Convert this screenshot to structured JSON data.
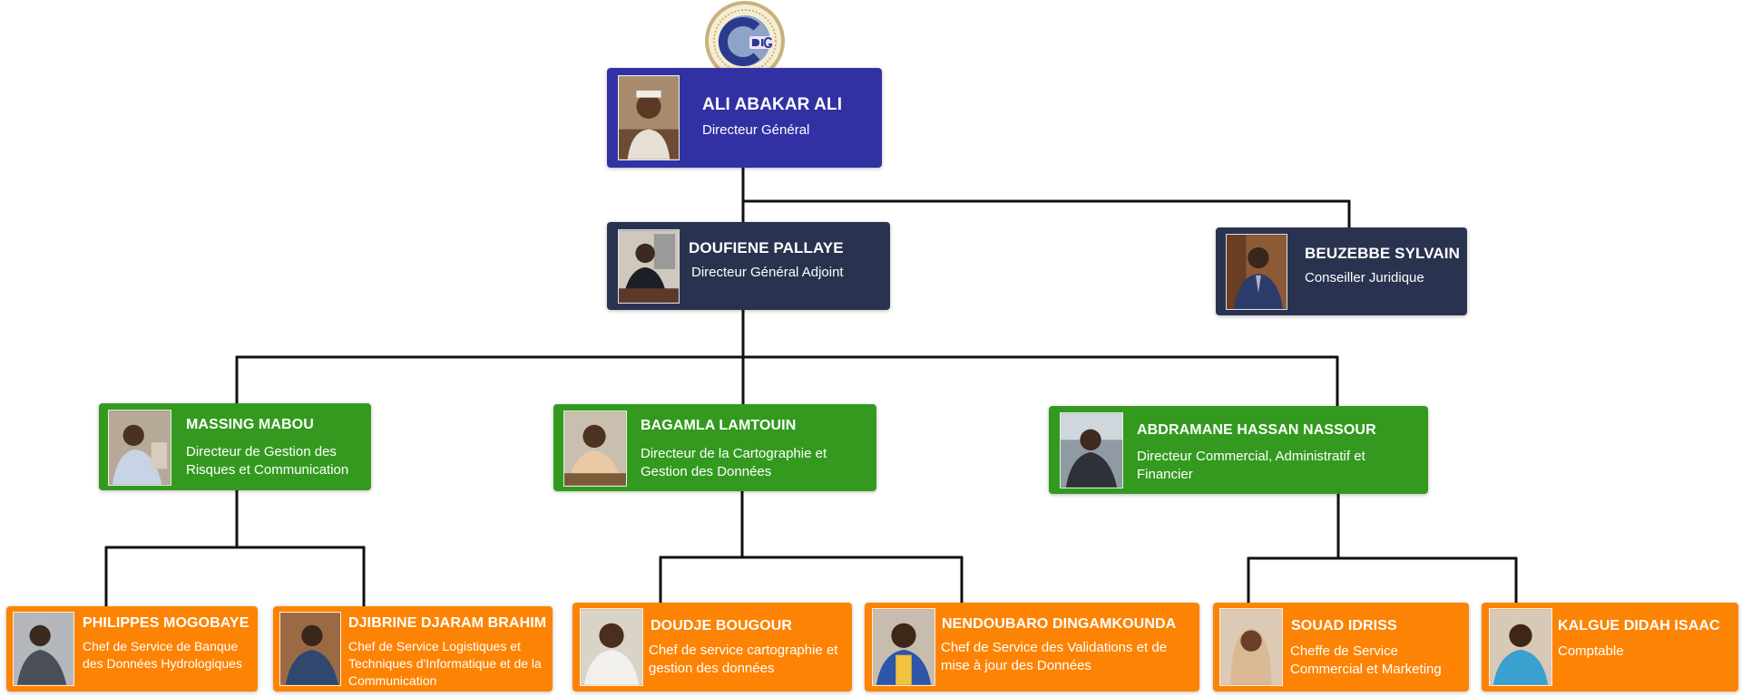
{
  "logo": {
    "icon": "cdig-logo-icon",
    "colors": {
      "ring": "#c9b27a",
      "center": "#2b3a8c",
      "accent": "#d8a428"
    }
  },
  "colors": {
    "director_general": "#3131a4",
    "deputy_and_counsel": "#293350",
    "directors": "#339a1f",
    "service_heads": "#fd8304",
    "connector": "#111111"
  },
  "org": {
    "director_general": {
      "name": "ALI ABAKAR ALI",
      "role": "Directeur Général"
    },
    "deputy_director": {
      "name": "DOUFIENE PALLAYE",
      "role": "Directeur Général Adjoint"
    },
    "legal_counsel": {
      "name": "BEUZEBBE SYLVAIN",
      "role": "Conseiller Juridique"
    },
    "directors": [
      {
        "name": "MASSING MABOU",
        "role": "Directeur de Gestion des Risques et Communication"
      },
      {
        "name": "BAGAMLA LAMTOUIN",
        "role": "Directeur de la Cartographie et Gestion des Données"
      },
      {
        "name": "ABDRAMANE HASSAN NASSOUR",
        "role": "Directeur Commercial, Administratif et Financier"
      }
    ],
    "service_heads": [
      {
        "name": "PHILIPPES MOGOBAYE",
        "role": "Chef de Service de Banque des Données Hydrologiques"
      },
      {
        "name": "DJIBRINE DJARAM BRAHIM",
        "role": "Chef de Service Logistiques et Techniques d'Informatique et de la Communication"
      },
      {
        "name": "DOUDJE BOUGOUR",
        "role": "Chef de service cartographie et gestion des données"
      },
      {
        "name": "NENDOUBARO DINGAMKOUNDA",
        "role": "Chef de Service des Validations et de mise à jour des Données"
      },
      {
        "name": "SOUAD IDRISS",
        "role": "Cheffe de Service Commercial et Marketing"
      },
      {
        "name": "KALGUE DIDAH ISAAC",
        "role": "Comptable"
      }
    ]
  }
}
